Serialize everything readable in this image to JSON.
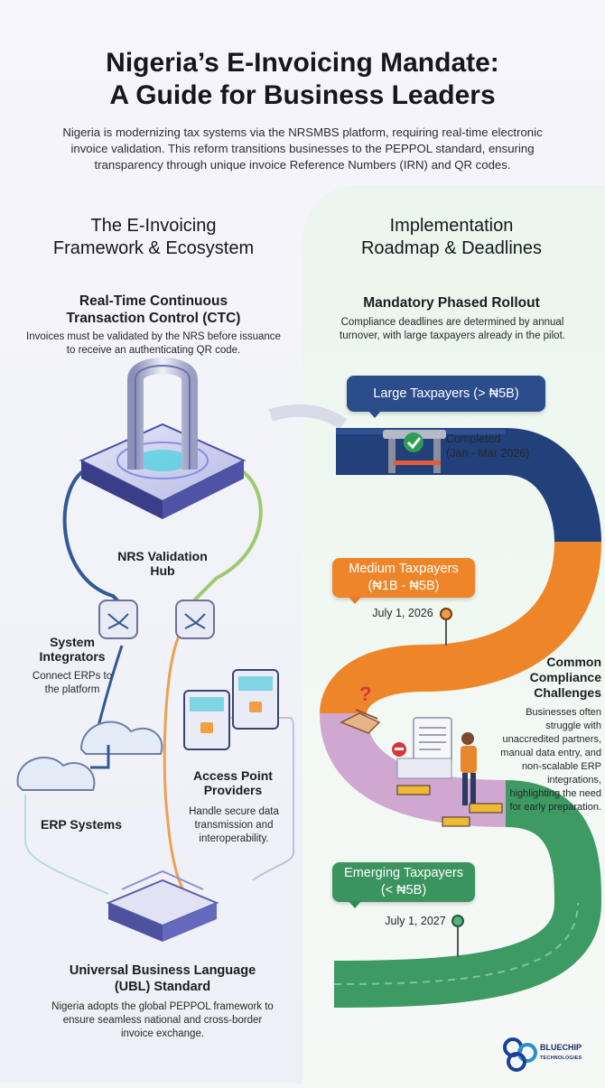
{
  "header": {
    "title_line1": "Nigeria’s E-Invoicing Mandate:",
    "title_line2": "A Guide for Business Leaders",
    "intro": "Nigeria is modernizing tax systems via the NRSMBS platform, requiring real-time electronic invoice validation. This reform transitions businesses to the PEPPOL standard, ensuring transparency through unique invoice Reference Numbers (IRN) and QR codes."
  },
  "left": {
    "section_line1": "The E-Invoicing",
    "section_line2": "Framework & Ecosystem",
    "ctc_title_line1": "Real-Time Continuous",
    "ctc_title_line2": "Transaction Control (CTC)",
    "ctc_text": "Invoices must be validated by the NRS before issuance to receive an authenticating QR code.",
    "hub_line1": "NRS Validation",
    "hub_line2": "Hub",
    "si_line1": "System",
    "si_line2": "Integrators",
    "si_text_line1": "Connect ERPs to",
    "si_text_line2": "the platform",
    "ap_line1": "Access Point",
    "ap_line2": "Providers",
    "ap_text": "Handle secure data transmission and interoperability.",
    "erp": "ERP Systems",
    "ubl_line1": "Universal Business Language",
    "ubl_line2": "(UBL) Standard",
    "ubl_text": "Nigeria adopts the global PEPPOL framework to ensure seamless national and cross-border invoice exchange."
  },
  "right": {
    "section_line1": "Implementation",
    "section_line2": "Roadmap & Deadlines",
    "rollout_title": "Mandatory Phased Rollout",
    "rollout_text": "Compliance deadlines are determined by annual turnover, with large taxpayers already in the pilot.",
    "large": "Large Taxpayers (> ₦5B)",
    "completed": "Completed",
    "completed_date": "(Jan - Mar 2026)",
    "medium_line1": "Medium Taxpayers",
    "medium_line2": "(₦1B - ₦5B)",
    "medium_date": "July 1, 2026",
    "challenges_line1": "Common",
    "challenges_line2": "Compliance",
    "challenges_line3": "Challenges",
    "challenges_text": "Businesses often struggle with unaccredited partners, manual data entry, and non-scalable ERP integrations, highlighting the need for early preparation.",
    "emerging_line1": "Emerging Taxpayers",
    "emerging_line2": "(< ₦5B)",
    "emerging_date": "July 1, 2027"
  },
  "logo": {
    "name": "BLUECHIP",
    "sub": "TECHNOLOGIES"
  },
  "colors": {
    "large": "#2b4d8c",
    "medium": "#ee8629",
    "challenge": "#c9a3c9",
    "emerging": "#3b945f",
    "hub": "#5b5fc7"
  },
  "icons": [
    "gate-icon",
    "check-icon",
    "hub-icon",
    "router-icon",
    "server-lock-icon",
    "cloud-icon",
    "ubl-stack-icon",
    "handshake-icon",
    "question-icon",
    "person-icon",
    "document-icon",
    "barrier-icon",
    "pin-icon"
  ]
}
